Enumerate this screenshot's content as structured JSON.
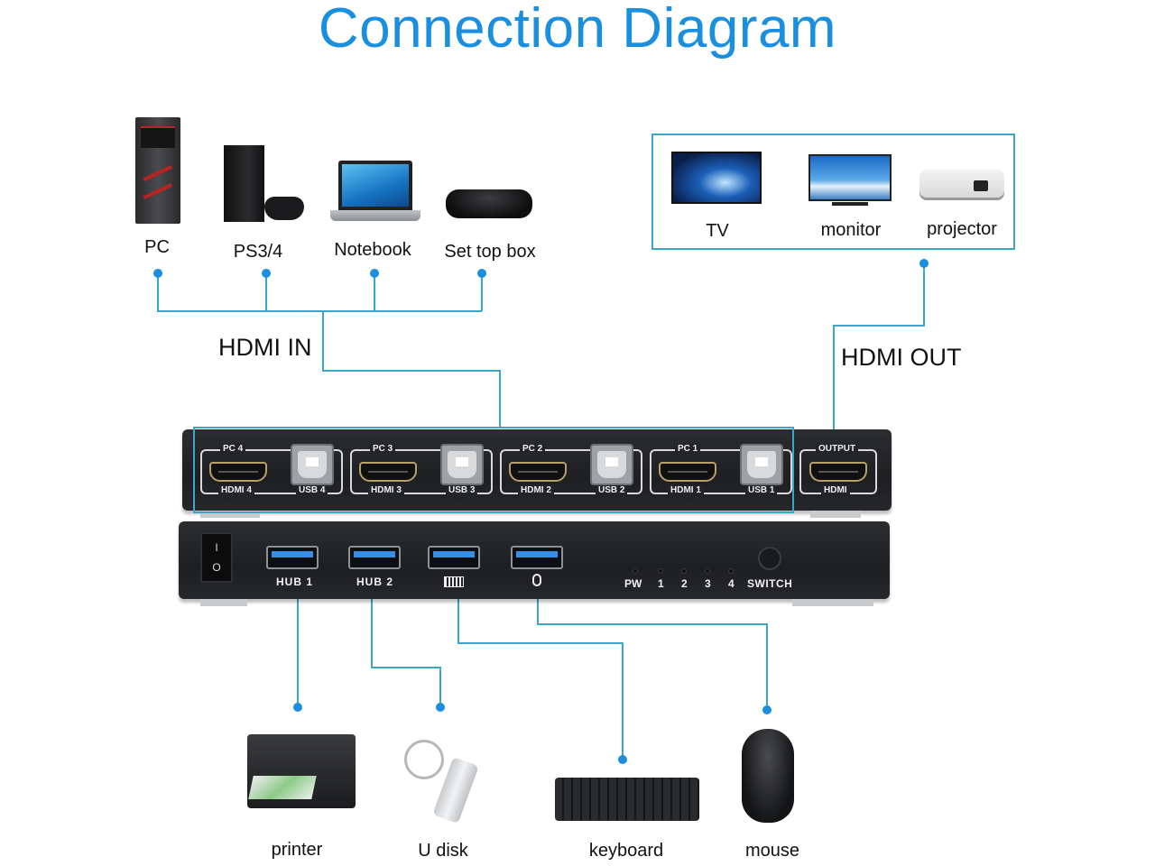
{
  "title": "Connection Diagram",
  "colors": {
    "title": "#1a8fe0",
    "wire": "#3aa7c9",
    "dot": "#1a8fe0",
    "device_body": "#232529",
    "usb3_blue": "#3a8ee8"
  },
  "inputs": {
    "label": "HDMI IN",
    "devices": [
      {
        "label": "PC",
        "icon": "desktop-tower-icon"
      },
      {
        "label": "PS3/4",
        "icon": "game-console-icon"
      },
      {
        "label": "Notebook",
        "icon": "laptop-icon"
      },
      {
        "label": "Set top box",
        "icon": "set-top-box-icon"
      }
    ]
  },
  "outputs": {
    "label": "HDMI OUT",
    "devices": [
      {
        "label": "TV",
        "icon": "tv-icon"
      },
      {
        "label": "monitor",
        "icon": "monitor-icon"
      },
      {
        "label": "projector",
        "icon": "projector-icon"
      }
    ]
  },
  "switch_back_panel": {
    "groups": [
      {
        "name": "PC 4",
        "hdmi": "HDMI 4",
        "usb": "USB 4"
      },
      {
        "name": "PC 3",
        "hdmi": "HDMI 3",
        "usb": "USB 3"
      },
      {
        "name": "PC 2",
        "hdmi": "HDMI 2",
        "usb": "USB 2"
      },
      {
        "name": "PC 1",
        "hdmi": "HDMI 1",
        "usb": "USB 1"
      }
    ],
    "output": {
      "name": "OUTPUT",
      "port": "HDMI"
    }
  },
  "switch_front_panel": {
    "power_switch": {
      "on": "I",
      "off": "O"
    },
    "usb_ports": [
      {
        "label": "HUB 1"
      },
      {
        "label": "HUB 2"
      },
      {
        "label": "",
        "icon": "keyboard-icon"
      },
      {
        "label": "",
        "icon": "mouse-icon"
      }
    ],
    "leds": [
      "PW",
      "1",
      "2",
      "3",
      "4"
    ],
    "switch_label": "SWITCH"
  },
  "peripherals": [
    {
      "label": "printer",
      "icon": "printer-icon",
      "port": "HUB 1"
    },
    {
      "label": "U disk",
      "icon": "usb-flash-drive-icon",
      "port": "HUB 2"
    },
    {
      "label": "keyboard",
      "icon": "keyboard-icon",
      "port": "keyboard"
    },
    {
      "label": "mouse",
      "icon": "mouse-icon",
      "port": "mouse"
    }
  ]
}
